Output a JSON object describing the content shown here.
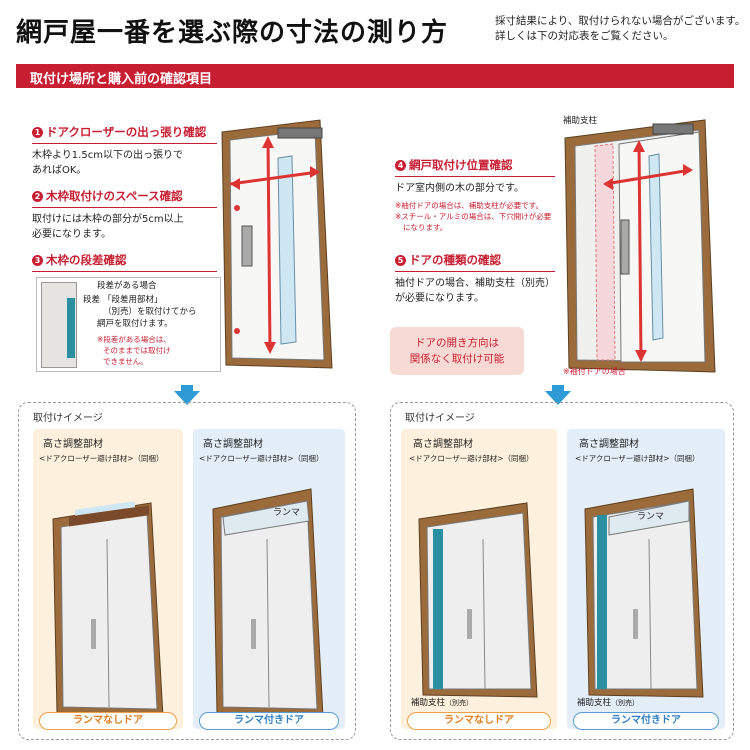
{
  "header": {
    "title": "網戸屋一番を選ぶ際の寸法の測り方",
    "note_line1": "採寸結果により、取付けられない場合がございます。",
    "note_line2": "詳しくは下の対応表をご覧ください。"
  },
  "banner": {
    "label": "取付け場所と購入前の確認項目"
  },
  "left_items": [
    {
      "number": "1",
      "title": "ドアクローザーの出っ張り確認",
      "body1": "木枠より1.5cm以下の出っ張りで",
      "body2": "あればOK。"
    },
    {
      "number": "2",
      "title": "木枠取付けのスペース確認",
      "body1": "取付けには木枠の部分が5cm以上",
      "body2": "必要になります。"
    },
    {
      "number": "3",
      "title": "木枠の段差確認"
    }
  ],
  "step_box": {
    "line1": "段差がある場合",
    "step_label": "段差",
    "line2": "「段差用部材」",
    "line3": "（別売）を取付けてから",
    "line4": "網戸を取付けます。",
    "note1": "※段差がある場合は、",
    "note2": "そのままでは取付け",
    "note3": "できません。"
  },
  "right_items": [
    {
      "number": "4",
      "title": "網戸取付け位置確認",
      "body1": "ドア室内側の木の部分です。",
      "note1": "※袖付ドアの場合は、補助支柱が必要です。",
      "note2": "※スチール・アルミの場合は、下穴開けが必要",
      "note3": "になります。"
    },
    {
      "number": "5",
      "title": "ドアの種類の確認",
      "body1": "袖付ドアの場合、補助支柱（別売）",
      "body2": "が必要になります。"
    }
  ],
  "hojo_label": "補助支柱",
  "sode_note": "※袖付ドアの場合",
  "pink_note": {
    "line1": "ドアの開き方向は",
    "line2": "関係なく取付け可能"
  },
  "bottom_groups": [
    {
      "label": "取付けイメージ",
      "panels": [
        {
          "part": "高さ調整部材",
          "sub": "<ドアクローザー避け部材>（同梱）",
          "button": "ランマなしドア",
          "ranma": ""
        },
        {
          "part": "高さ調整部材",
          "sub": "<ドアクローザー避け部材>（同梱）",
          "button": "ランマ付きドア",
          "ranma": "ランマ"
        }
      ]
    },
    {
      "label": "取付けイメージ",
      "panels": [
        {
          "part": "高さ調整部材",
          "sub": "<ドアクローザー避け部材>（同梱）",
          "button": "ランマなしドア",
          "ranma": "",
          "support": "補助支柱",
          "support_sub": "（別売）"
        },
        {
          "part": "高さ調整部材",
          "sub": "<ドアクローザー避け部材>（同梱）",
          "button": "ランマ付きドア",
          "ranma": "ランマ",
          "support": "補助支柱",
          "support_sub": "（別売）"
        }
      ]
    }
  ],
  "colors": {
    "accent": "#c81e32",
    "arrow": "#2e9ad6",
    "orange": "#f0a04a",
    "blue": "#5b9bd5",
    "frame": "#a87a48"
  }
}
